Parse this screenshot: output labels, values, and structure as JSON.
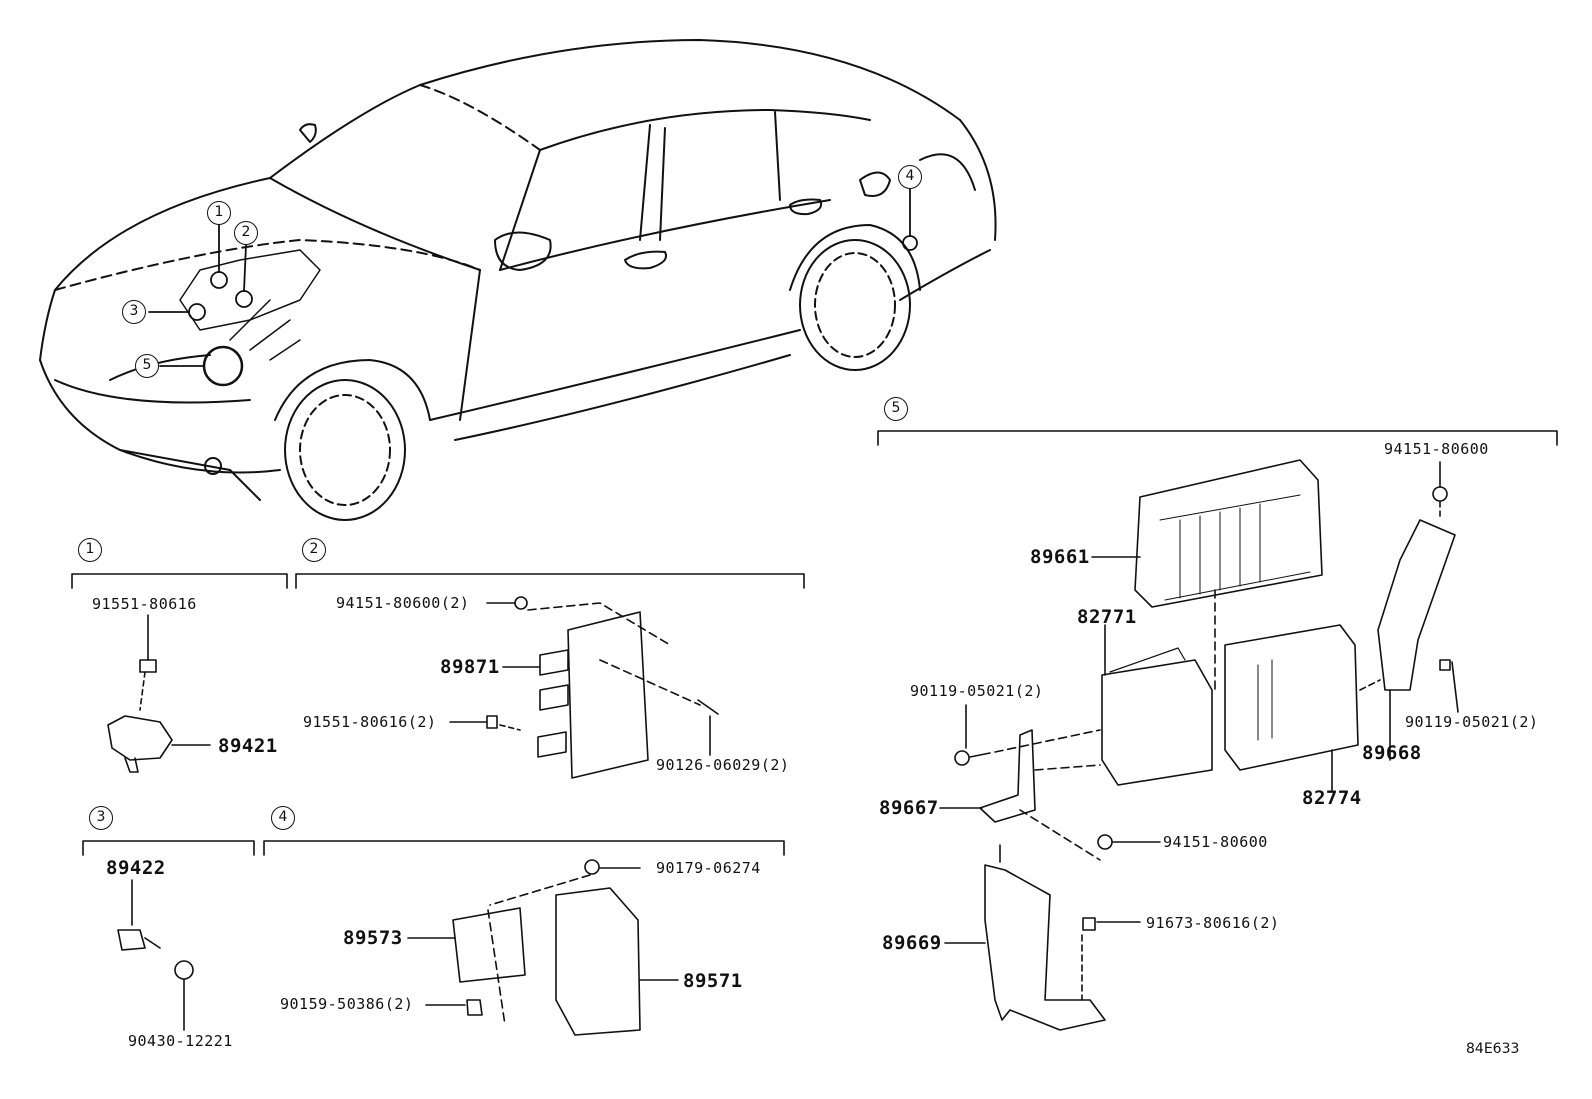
{
  "diagram_code": "84E633",
  "callouts": [
    "1",
    "2",
    "3",
    "4",
    "5"
  ],
  "groups": {
    "g1": {
      "number": "1",
      "parts": {
        "bolt": "91551-80616",
        "sensor": "89421"
      }
    },
    "g2": {
      "number": "2",
      "parts": {
        "nut": "94151-80600(2)",
        "module": "89871",
        "bolt": "91551-80616(2)",
        "stud": "90126-06029(2)"
      }
    },
    "g3": {
      "number": "3",
      "parts": {
        "sensor": "89422",
        "grommet": "90430-12221"
      }
    },
    "g4": {
      "number": "4",
      "parts": {
        "nut": "90179-06274",
        "bracket": "89573",
        "module": "89571",
        "bolt": "90159-50386(2)"
      }
    },
    "g5": {
      "number": "5",
      "parts": {
        "ecu": "89661",
        "nut_top": "94151-80600",
        "case": "82771",
        "bolt_left": "90119-05021(2)",
        "cover": "82774",
        "bolt_right": "90119-05021(2)",
        "bracket_right": "89668",
        "bracket_left": "89667",
        "nut_mid": "94151-80600",
        "bolt_low": "91673-80616(2)",
        "bracket_low": "89669"
      }
    }
  }
}
